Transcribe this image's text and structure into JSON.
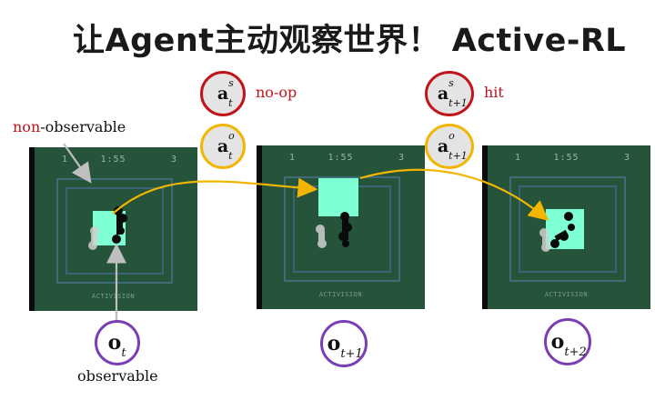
{
  "title": "让Agent主动观察世界！ Active-RL",
  "frames": [
    {
      "score_left": "1",
      "timer": "1:55",
      "score_right": "3",
      "logo": "ACTIVISION"
    },
    {
      "score_left": "1",
      "timer": "1:55",
      "score_right": "3",
      "logo": "ACTIVISION"
    },
    {
      "score_left": "1",
      "timer": "1:55",
      "score_right": "3",
      "logo": "ACTIVISION"
    }
  ],
  "labels": {
    "non_prefix": "non",
    "non_suffix": "-observable",
    "observable": "observable",
    "action_t": "no-op",
    "action_t1": "hit"
  },
  "symbols": {
    "a_s_t": {
      "base": "a",
      "sup": "s",
      "sub": "t"
    },
    "a_o_t": {
      "base": "a",
      "sup": "o",
      "sub": "t"
    },
    "a_s_t1": {
      "base": "a",
      "sup": "s",
      "sub": "t+1"
    },
    "a_o_t1": {
      "base": "a",
      "sup": "o",
      "sub": "t+1"
    },
    "o_t": {
      "base": "o",
      "sub": "t"
    },
    "o_t1": {
      "base": "o",
      "sub": "t+1"
    },
    "o_t2": {
      "base": "o",
      "sub": "t+2"
    }
  },
  "colors": {
    "sensory_ring": "#c0131a",
    "observation_ring": "#f2b600",
    "obs_ring": "#7a3fb5",
    "arrow": "#f2b600",
    "fovea": "#7fffd4",
    "court": "#25543b"
  }
}
